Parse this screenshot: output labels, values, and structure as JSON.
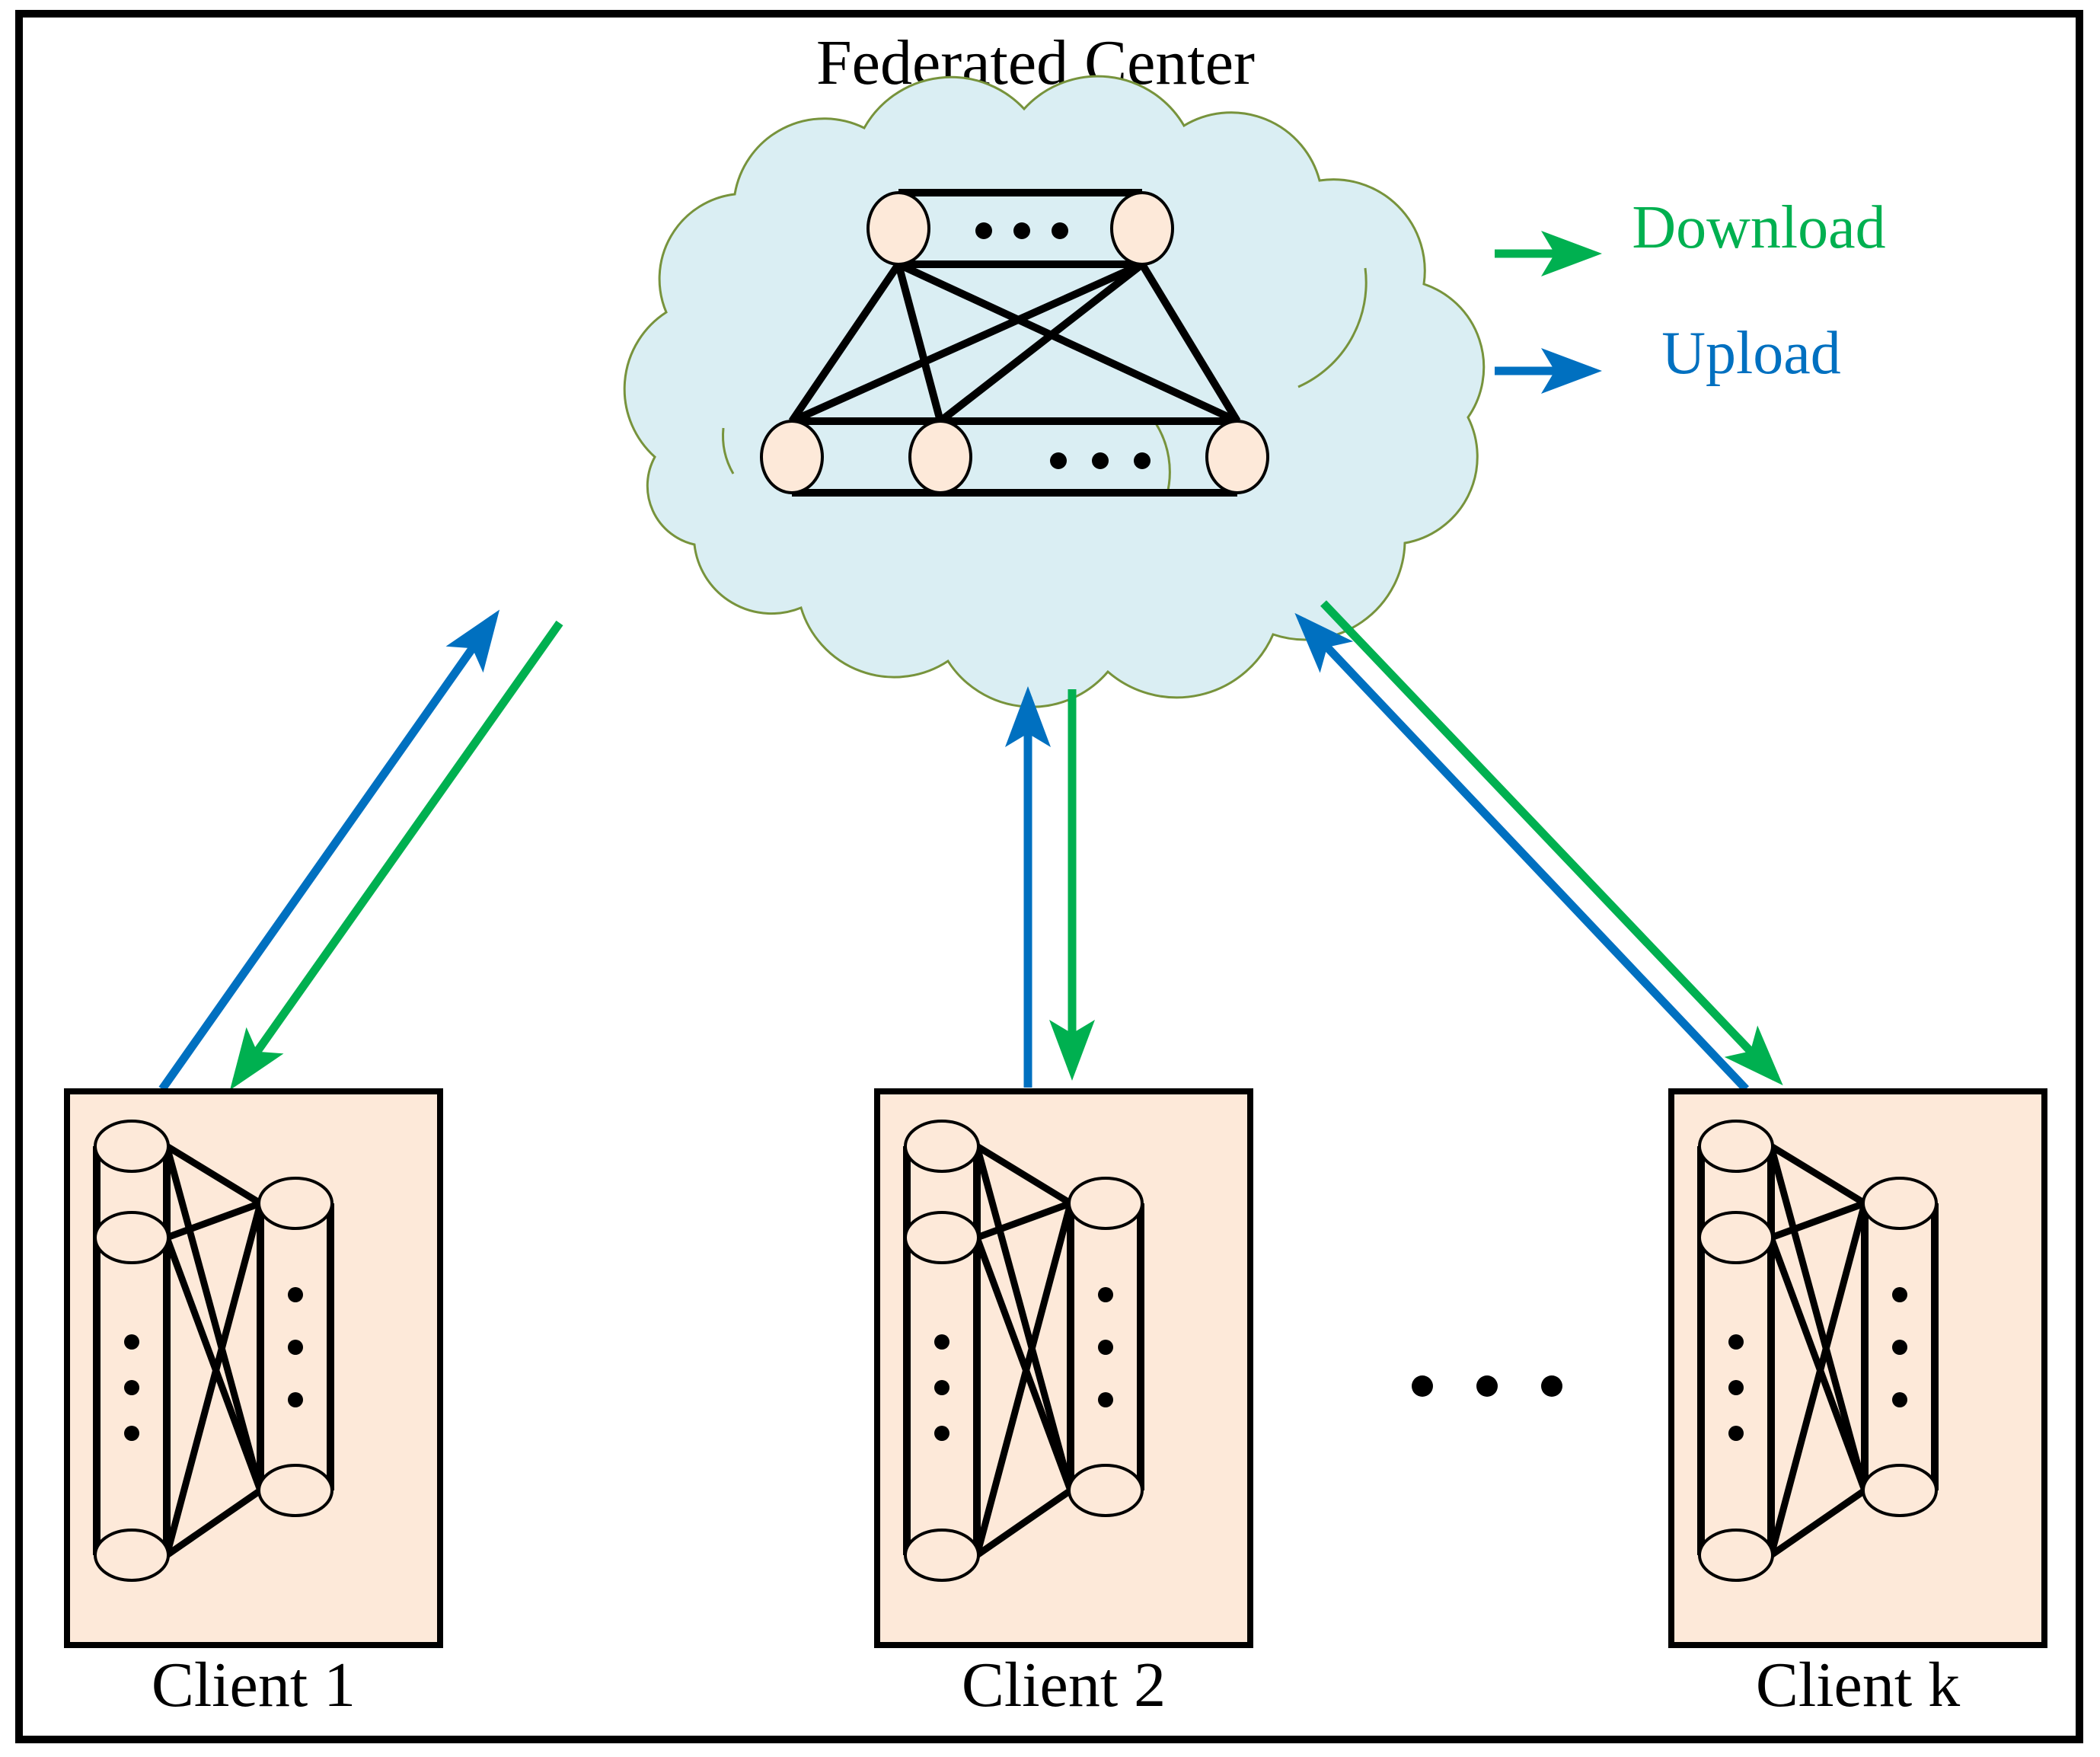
{
  "title": "Federated Center",
  "legend": {
    "items": [
      {
        "label": "Download",
        "color": "#00B050",
        "icon": "green-right-arrow"
      },
      {
        "label": "Upload",
        "color": "#0070C0",
        "icon": "blue-right-arrow"
      }
    ]
  },
  "clients": [
    {
      "label": "Client 1"
    },
    {
      "label": "Client 2"
    },
    {
      "label": "Client k"
    }
  ],
  "colors": {
    "cloud_fill": "#DAEEF3",
    "cloud_stroke": "#77933C",
    "node_fill": "#FDE9D9",
    "client_box_fill": "#FDE9D9",
    "network_lines": "#000000",
    "download_green": "#00B050",
    "upload_blue": "#0070C0",
    "frame": "#000000"
  }
}
